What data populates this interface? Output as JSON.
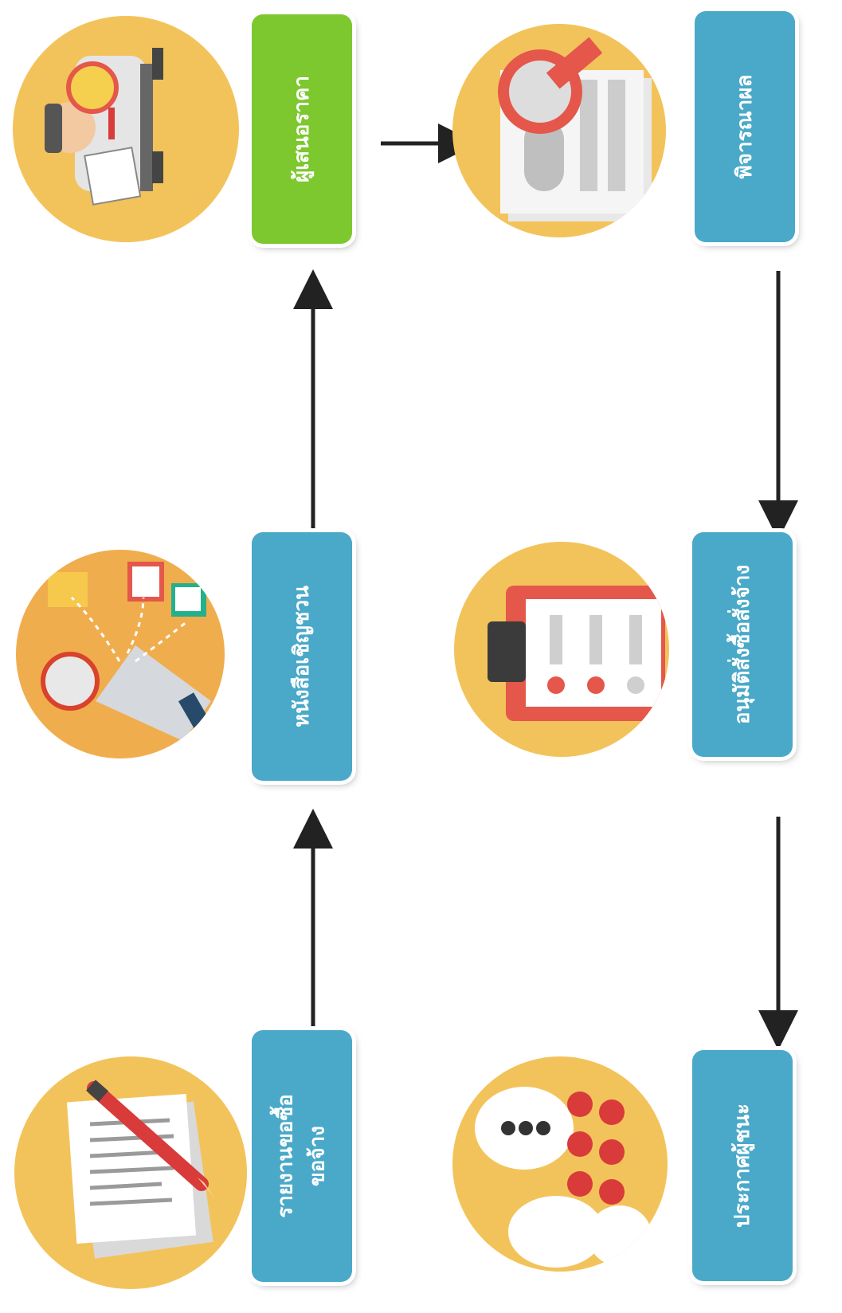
{
  "steps": [
    {
      "lines": [
        "รายงานขอซื้อ",
        "ขอจ้าง"
      ]
    },
    {
      "lines": [
        "หนังสือเชิญชวน"
      ]
    },
    {
      "lines": [
        "ผู้เสนอราคา"
      ]
    },
    {
      "lines": [
        "พิจารณาผล"
      ]
    },
    {
      "lines": [
        "อนุมัติสั่งซื้อสั่งจ้าง"
      ]
    },
    {
      "lines": [
        "ประกาศผู้ชนะ"
      ]
    }
  ],
  "colors": {
    "box_blue": "#4aa9c9",
    "box_green": "#7dc82f",
    "circle": "#f3c35b",
    "arrow": "#222222"
  },
  "icons": [
    "report-pencil-icon",
    "megaphone-letters-icon",
    "bidder-businessman-icon",
    "magnifier-document-icon",
    "clipboard-checklist-icon",
    "announcement-people-icon"
  ]
}
